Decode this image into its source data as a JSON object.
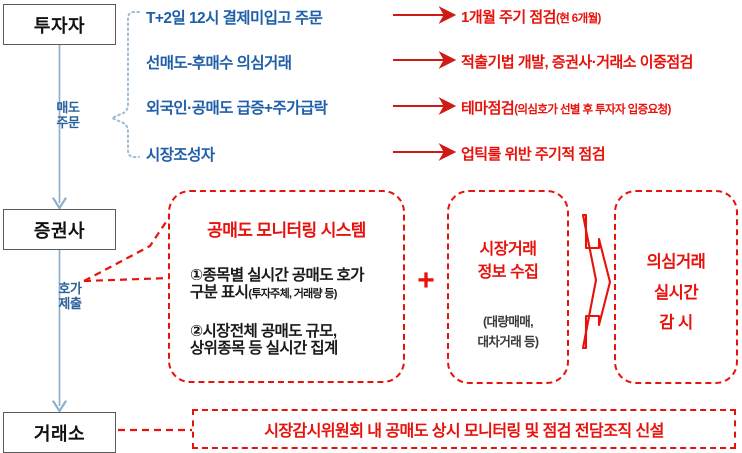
{
  "diagram": {
    "entities": [
      {
        "id": "investor",
        "label": "투자자"
      },
      {
        "id": "broker",
        "label": "증권사"
      },
      {
        "id": "exchange",
        "label": "거래소"
      }
    ],
    "flow_labels": {
      "sell_order": "매도\n주문",
      "sell_order_line1": "매도",
      "sell_order_line2": "주문",
      "quote_submit_line1": "호가",
      "quote_submit_line2": "제출"
    },
    "order_types": [
      "T+2일 12시 결제미입고 주문",
      "선매도-후매수 의심거래",
      "외국인·공매도 급증+주가급락",
      "시장조성자"
    ],
    "measures": [
      {
        "main": "1개월 주기 점검",
        "note": "(현 6개월)"
      },
      {
        "main": "적출기법 개발, 증권사·거래소 이중점검",
        "note": ""
      },
      {
        "main": "테마점검",
        "note": "(의심호가 선별 후 투자자 입증요청)"
      },
      {
        "main": "업틱룰 위반 주기적 점검",
        "note": ""
      }
    ],
    "monitoring_panel": {
      "title": "공매도 모니터링 시스템",
      "item1_line1": "①종목별 실시간 공매도 호가",
      "item1_line2": "구분 표시",
      "item1_note": "(투자주체, 거래량 등)",
      "item2_line1": "②시장전체 공매도 규모,",
      "item2_line2": "상위종목 등 실시간 집계"
    },
    "plus_symbol": "+",
    "collect_panel": {
      "line1": "시장거래",
      "line2": "정보 수집",
      "sub1": "(대량매매,",
      "sub2": "대차거래 등)"
    },
    "watch_panel": {
      "line1": "의심거래",
      "line2": "실시간",
      "line3": "감  시"
    },
    "bottom_panel": {
      "text": "시장감시위원회 내 공매도 상시 모니터링 및 점검 전담조직 신설"
    },
    "colors": {
      "red": "#e8120c",
      "blue_item": "#1f5fa9",
      "blue_label": "#2a6099",
      "box_border": "#5a5a5a",
      "connector_blue": "#8fb0cc"
    }
  }
}
